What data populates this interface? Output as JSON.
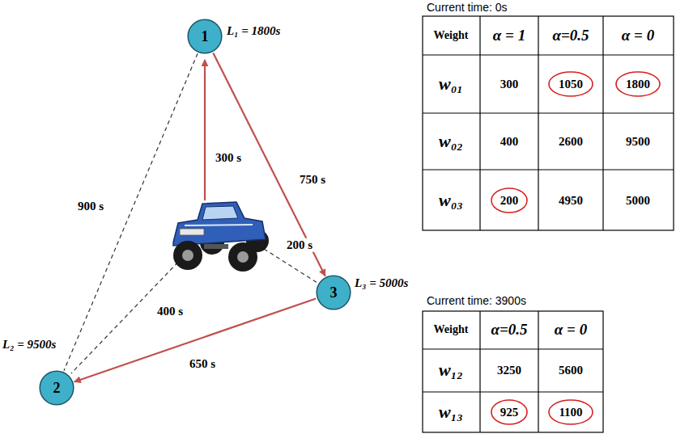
{
  "diagram": {
    "nodes": [
      {
        "text": [
          "1"
        ]
      },
      {
        "text": [
          "2"
        ]
      },
      {
        "text": [
          "3"
        ]
      }
    ],
    "edges": [
      {
        "from": 0,
        "to": 2,
        "arrow": "to",
        "label": "750 s"
      },
      {
        "from": 2,
        "to": 1,
        "arrow": "to",
        "label": "650 s"
      },
      {
        "from": 0,
        "to": 1,
        "arrow": "none",
        "label": "900 s"
      }
    ],
    "labels": [
      "L₁ = 1800s",
      "L₂ = 9500s",
      "L₃ = 5000s",
      "300 s",
      "400 s",
      "200 s",
      "Current time: 0s",
      "Weight",
      "α = 1",
      "α=0.5",
      "α = 0",
      "w₀₁",
      "300",
      "1050",
      "1800",
      "w₀₂",
      "400",
      "2600",
      "9500",
      "w₀₃",
      "200",
      "4950",
      "5000",
      "Current time: 3900s",
      "Weight",
      "α=0.5",
      "α = 0",
      "w₁₂",
      "3250",
      "5600",
      "w₁₃",
      "925",
      "1100"
    ]
  }
}
